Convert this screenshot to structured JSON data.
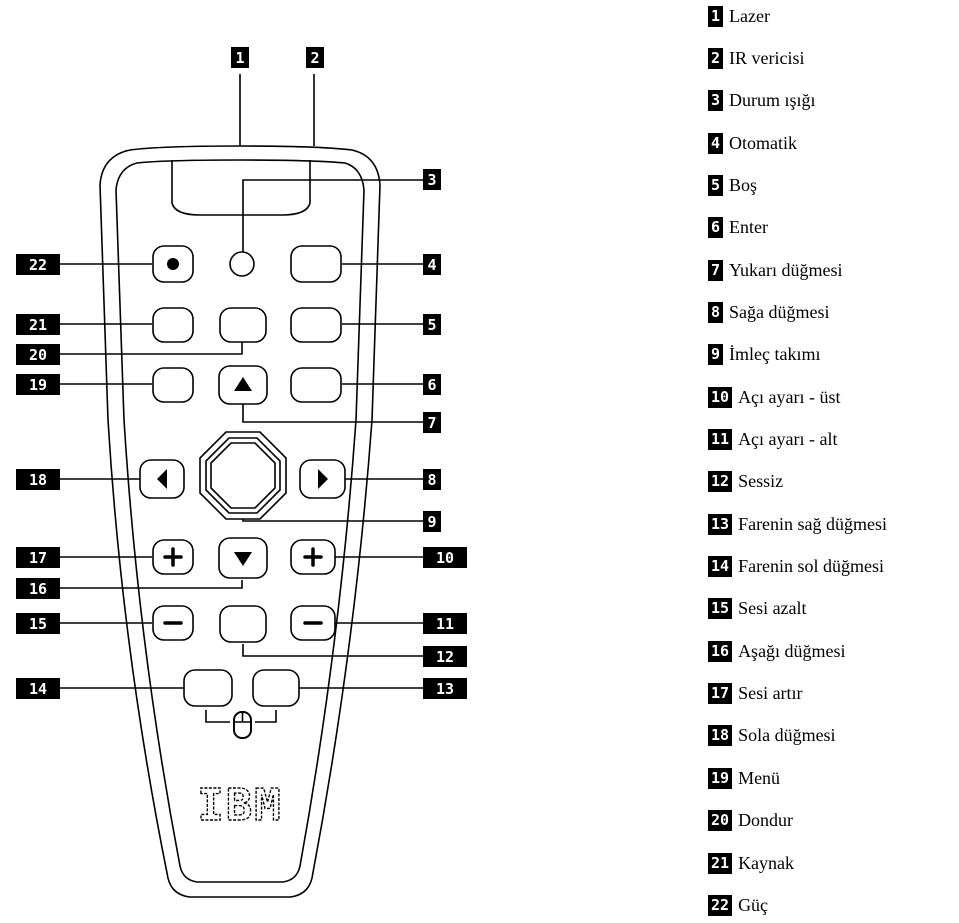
{
  "brand": {
    "logo_text": "IBM"
  },
  "colors": {
    "badge_bg": "#000000",
    "badge_fg": "#ffffff",
    "line": "#000000"
  },
  "callouts": [
    {
      "n": "1",
      "label": "Lazer"
    },
    {
      "n": "2",
      "label": "IR vericisi"
    },
    {
      "n": "3",
      "label": "Durum ışığı"
    },
    {
      "n": "4",
      "label": "Otomatik"
    },
    {
      "n": "5",
      "label": "Boş"
    },
    {
      "n": "6",
      "label": "Enter"
    },
    {
      "n": "7",
      "label": "Yukarı düğmesi"
    },
    {
      "n": "8",
      "label": "Sağa düğmesi"
    },
    {
      "n": "9",
      "label": "İmleç takımı"
    },
    {
      "n": "10",
      "label": "Açı ayarı - üst"
    },
    {
      "n": "11",
      "label": "Açı ayarı - alt"
    },
    {
      "n": "12",
      "label": "Sessiz"
    },
    {
      "n": "13",
      "label": "Farenin sağ düğmesi"
    },
    {
      "n": "14",
      "label": "Farenin sol düğmesi"
    },
    {
      "n": "15",
      "label": "Sesi azalt"
    },
    {
      "n": "16",
      "label": "Aşağı düğmesi"
    },
    {
      "n": "17",
      "label": "Sesi artır"
    },
    {
      "n": "18",
      "label": "Sola düğmesi"
    },
    {
      "n": "19",
      "label": "Menü"
    },
    {
      "n": "20",
      "label": "Dondur"
    },
    {
      "n": "21",
      "label": "Kaynak"
    },
    {
      "n": "22",
      "label": "Güç"
    }
  ]
}
